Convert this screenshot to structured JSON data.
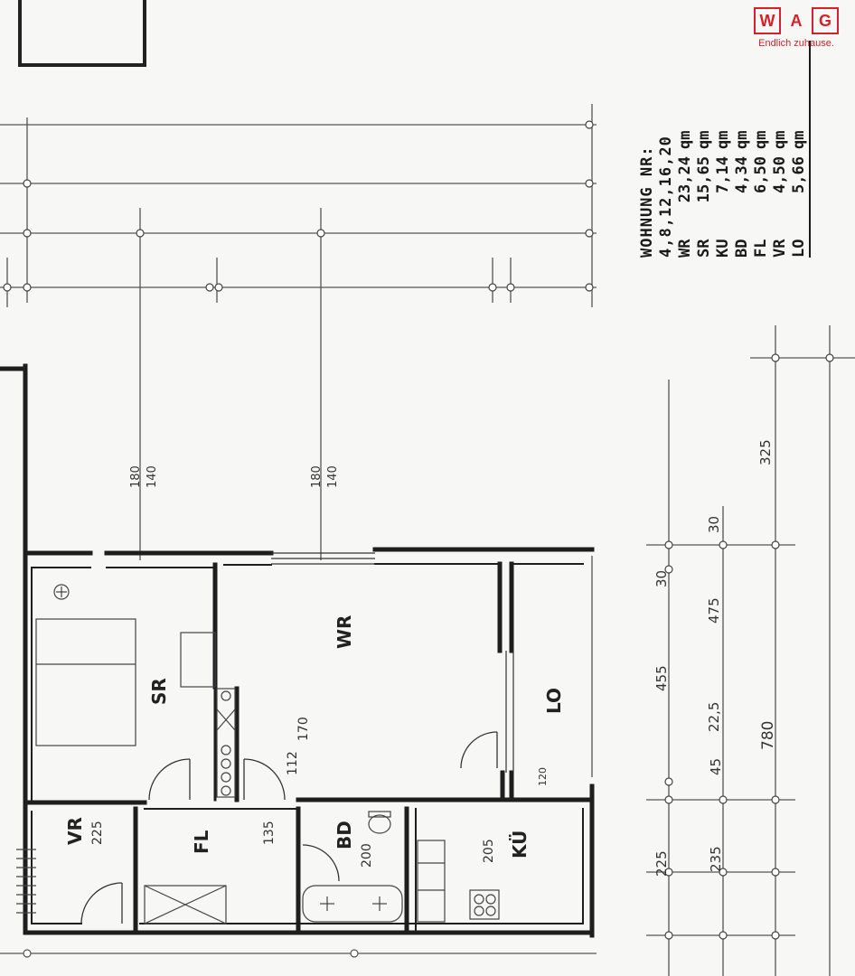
{
  "logo": {
    "letters": [
      "W",
      "A",
      "G"
    ],
    "tagline": "Endlich zuhause.",
    "color": "#d6202b"
  },
  "area_table": {
    "title": "WOHNUNG NR: 4,8,12,16,20",
    "rows": [
      {
        "code": "WR",
        "value": "23,24",
        "unit": "qm"
      },
      {
        "code": "SR",
        "value": "15,65",
        "unit": "qm"
      },
      {
        "code": "KU",
        "value": "7,14",
        "unit": "qm"
      },
      {
        "code": "BD",
        "value": "4,34",
        "unit": "qm"
      },
      {
        "code": "FL",
        "value": "6,50",
        "unit": "qm"
      },
      {
        "code": "VR",
        "value": "4,50",
        "unit": "qm"
      },
      {
        "code": "LO",
        "value": "5,66",
        "unit": "qm"
      }
    ]
  },
  "rooms": {
    "wr": "WR",
    "sr": "SR",
    "lo": "LO",
    "fl": "FL",
    "bd": "BD",
    "ku": "KÜ",
    "vr": "VR"
  },
  "dimensions": {
    "win_sr_top": "180",
    "win_sr_bot": "140",
    "win_wr_top": "180",
    "win_wr_bot": "140",
    "right_30": "30",
    "right_475": "475",
    "right_225": "22,5",
    "right_780": "780",
    "right_455": "455",
    "right_325": "325",
    "right_225b": "225",
    "right_235": "235",
    "right_45": "45",
    "right_30b": "30",
    "wr_170": "170",
    "wr_112": "112",
    "fl_135": "135",
    "vr_225": "225",
    "dim_120": "120",
    "dim_205": "205",
    "dim_200": "200"
  },
  "colors": {
    "ink": "#1e1e1e",
    "paper": "#f7f7f5"
  }
}
